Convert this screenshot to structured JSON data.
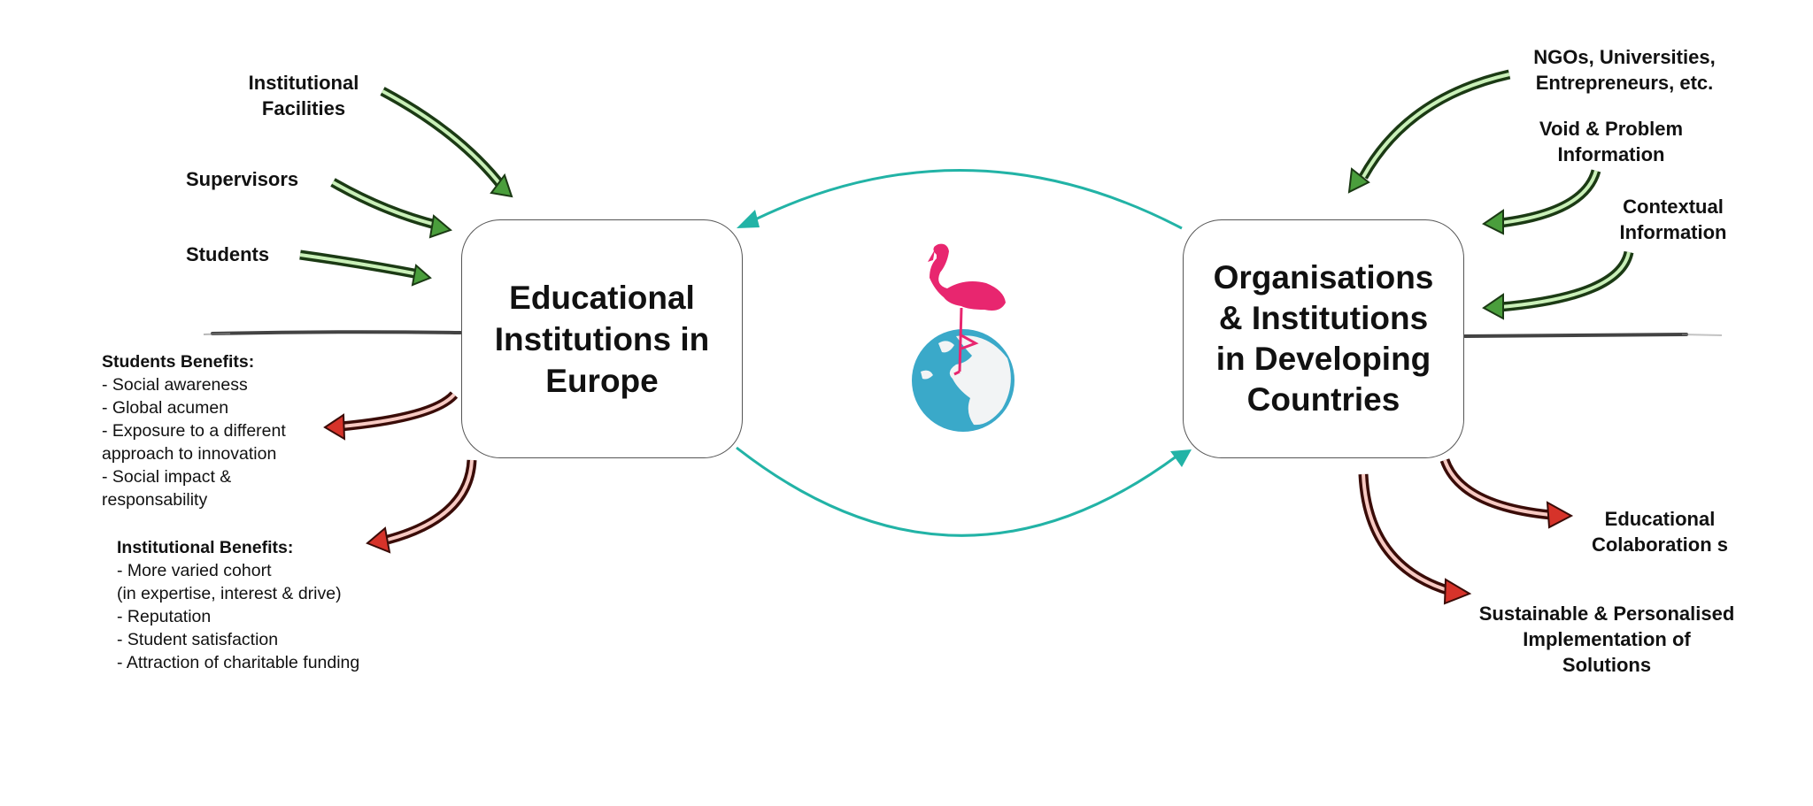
{
  "colors": {
    "input_arrow_fill": "#4a9e3c",
    "input_arrow_core": "#c9f0b8",
    "output_arrow_fill": "#d6332a",
    "output_arrow_core": "#f7c9c2",
    "exchange_arrow": "#22b3a6",
    "flamingo": "#e8266f",
    "globe_ocean": "#3aa9c9",
    "box_border": "#555555"
  },
  "left_node": {
    "title_lines": [
      "Educational",
      "Institutions in",
      "Europe"
    ],
    "inputs": [
      {
        "label_lines": [
          "Institutional",
          "Facilities"
        ]
      },
      {
        "label_lines": [
          "Supervisors"
        ]
      },
      {
        "label_lines": [
          "Students"
        ]
      }
    ],
    "student_benefits": {
      "heading": "Students Benefits:",
      "items": [
        "- Social awareness",
        "- Global acumen",
        "- Exposure to a different",
        "approach to innovation",
        "- Social impact &",
        "responsability"
      ]
    },
    "institutional_benefits": {
      "heading": "Institutional Benefits:",
      "items": [
        "- More varied cohort",
        "(in expertise, interest & drive)",
        "- Reputation",
        "- Student satisfaction",
        "- Attraction of charitable funding"
      ]
    }
  },
  "right_node": {
    "title_lines": [
      "Organisations",
      "& Institutions",
      "in Developing",
      "Countries"
    ],
    "inputs": [
      {
        "label_lines": [
          "NGOs, Universities,",
          "Entrepreneurs, etc."
        ]
      },
      {
        "label_lines": [
          "Void & Problem",
          "Information"
        ]
      },
      {
        "label_lines": [
          "Contextual",
          "Information"
        ]
      }
    ],
    "outputs": [
      {
        "label_lines": [
          "Educational",
          "Colaboration s"
        ]
      },
      {
        "label_lines": [
          "Sustainable & Personalised",
          "Implementation of",
          "Solutions"
        ]
      }
    ]
  },
  "center_logo": {
    "icon": "flamingo-on-globe-icon"
  }
}
